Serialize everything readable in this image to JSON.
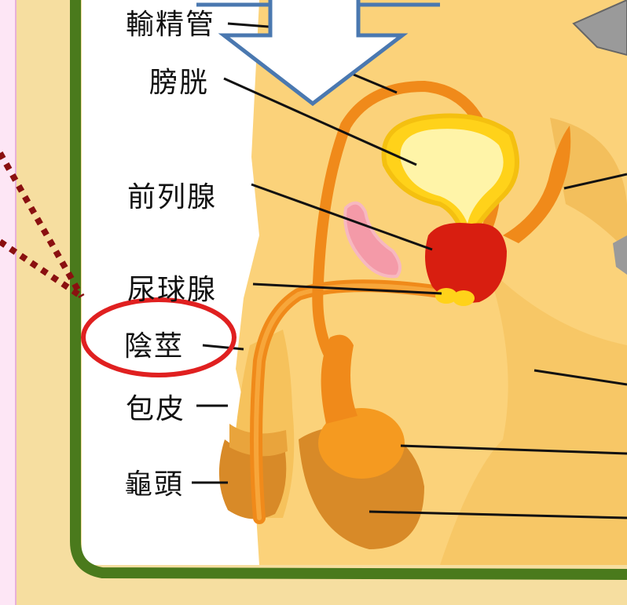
{
  "labels": {
    "vas_deferens": "輸精管",
    "bladder": "膀胱",
    "prostate": "前列腺",
    "bulbourethral_gland": "尿球腺",
    "penis": "陰莖",
    "foreskin": "包皮",
    "glans": "龜頭"
  },
  "colors": {
    "frame_green": "#4a7a1c",
    "skin": "#fbd27a",
    "skin_shadow": "#f0b54c",
    "white_bg": "#ffffff",
    "duct_orange": "#f08a1a",
    "bladder_yellow": "#ffd21a",
    "prostate_red": "#d81e10",
    "testis_orange": "#f59a20",
    "scrotum_brown": "#d6902c",
    "highlight_red": "#e02020",
    "pointer_dots": "#8a1010",
    "arrow_blue": "#4a78b0",
    "left_panel": "#fde6f5"
  }
}
